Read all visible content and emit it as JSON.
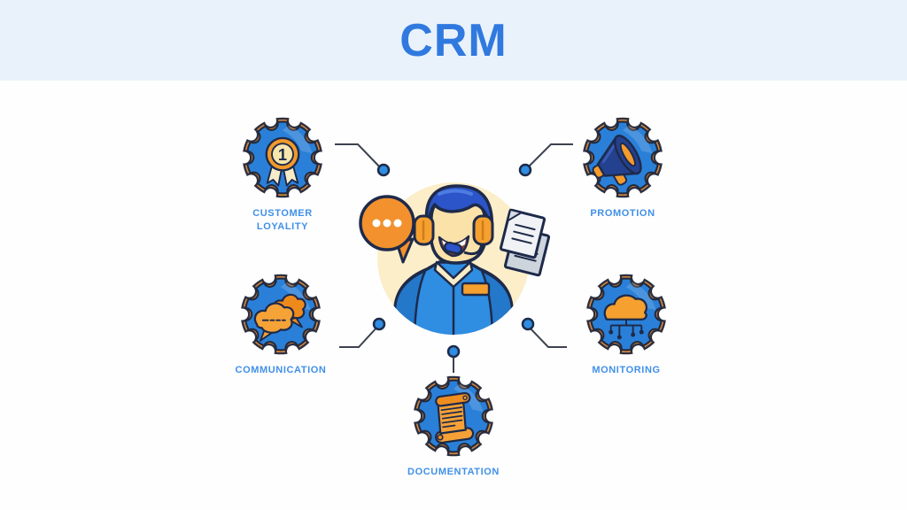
{
  "header": {
    "title": "CRM"
  },
  "nodes": [
    {
      "id": "customer-loyalty",
      "label": "CUSTOMER LOYALITY",
      "icon": "first-place-medal",
      "medal_number": "1"
    },
    {
      "id": "promotion",
      "label": "PROMOTION",
      "icon": "megaphone"
    },
    {
      "id": "communication",
      "label": "COMMUNICATION",
      "icon": "chat-bubbles"
    },
    {
      "id": "monitoring",
      "label": "MONITORING",
      "icon": "cloud-network"
    },
    {
      "id": "documentation",
      "label": "DOCUMENTATION",
      "icon": "paper-scroll"
    }
  ],
  "center": {
    "subject": "customer-support-agent-with-headset"
  },
  "colors": {
    "header_bg": "#e9f2fb",
    "title_blue": "#3079df",
    "label_blue": "#4090e8",
    "gear_blue": "#2a80d8",
    "gear_rim_copper": "#d8883f",
    "outline_navy": "#1e2a4a",
    "accent_orange": "#f5a02f",
    "connector_line": "#3d4250",
    "connector_dot_blue": "#2f8de2",
    "center_circle_cream": "#fbeec9"
  }
}
